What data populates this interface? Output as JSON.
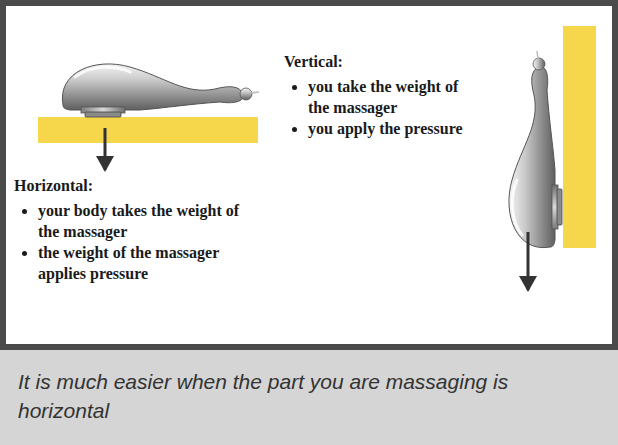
{
  "diagram": {
    "caption": "It is much easier when the part you are massaging is horizontal",
    "labels": [
      "Vertical:",
      "you take the weight of the massager",
      "you apply the pressure",
      "Horizontal:",
      "your body takes the weight of the massager",
      "the weight of the massager applies pressure"
    ]
  }
}
